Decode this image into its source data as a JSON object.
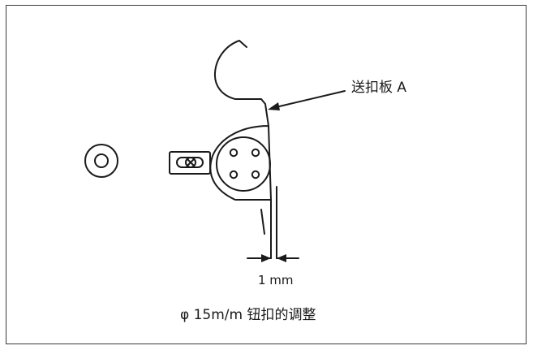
{
  "diagram": {
    "callout_label": "送扣板 A",
    "dimension_label": "1 mm",
    "caption": "φ 15m/m 钮扣的调整",
    "line_color": "#1a1a1a",
    "background_color": "#ffffff",
    "frame_color": "#3a3a3a"
  }
}
